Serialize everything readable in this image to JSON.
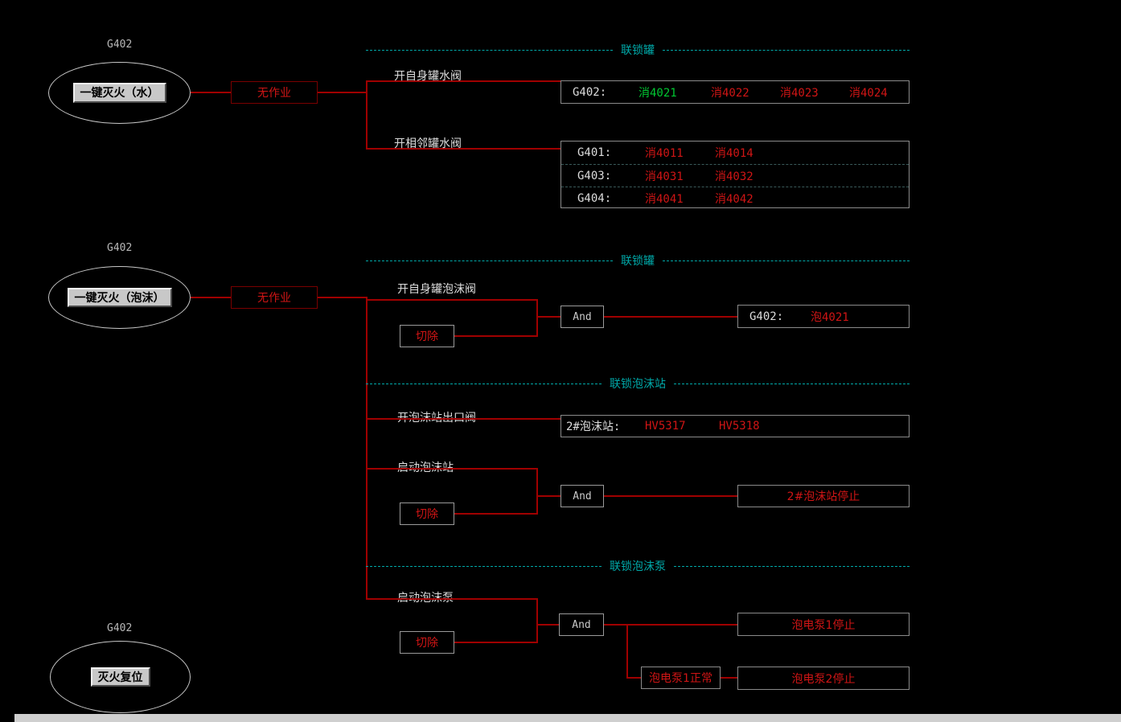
{
  "colors": {
    "line": "#a00000",
    "red_text": "#d01515",
    "green_text": "#00c832",
    "cyan": "#00a8a8"
  },
  "water": {
    "tank": "G402",
    "button": "一键灭火（水）",
    "no_job": "无作业",
    "header": "联锁罐",
    "own_label": "开自身罐水阀",
    "adj_label": "开相邻罐水阀",
    "own": {
      "prefix": "G402:",
      "v": [
        {
          "t": "消4021",
          "c": "#00c832"
        },
        {
          "t": "消4022",
          "c": "#d01515"
        },
        {
          "t": "消4023",
          "c": "#d01515"
        },
        {
          "t": "消4024",
          "c": "#d01515"
        }
      ]
    },
    "adj": [
      {
        "prefix": "G401:",
        "v1": "消4011",
        "v2": "消4014"
      },
      {
        "prefix": "G403:",
        "v1": "消4031",
        "v2": "消4032"
      },
      {
        "prefix": "G404:",
        "v1": "消4041",
        "v2": "消4042"
      }
    ]
  },
  "foam": {
    "tank": "G402",
    "button": "一键灭火（泡沫）",
    "no_job": "无作业",
    "header_tank": "联锁罐",
    "header_station": "联锁泡沫站",
    "header_pump": "联锁泡沫泵",
    "own_label": "开自身罐泡沫阀",
    "cut1": "切除",
    "and1": "And",
    "own_prefix": "G402:",
    "own_valve": "泡4021",
    "outlet_label": "开泡沫站出口阀",
    "station_prefix": "2#泡沫站:",
    "station_v1": "HV5317",
    "station_v2": "HV5318",
    "start_station_label": "启动泡沫站",
    "cut2": "切除",
    "and2": "And",
    "station_stop": "2#泡沫站停止",
    "start_pump_label": "启动泡沫泵",
    "cut3": "切除",
    "and3": "And",
    "pump1_stop": "泡电泵1停止",
    "pump1_normal": "泡电泵1正常",
    "pump2_stop": "泡电泵2停止"
  },
  "reset": {
    "tank": "G402",
    "button": "灭火复位"
  }
}
